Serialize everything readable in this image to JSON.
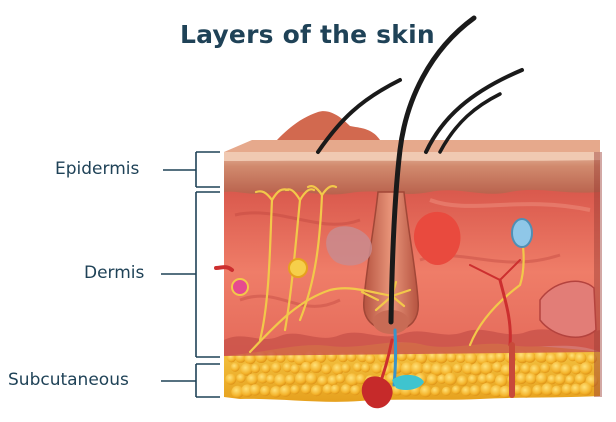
{
  "title": "Layers of the skin",
  "labels": {
    "epidermis": "Epidermis",
    "dermis": "Dermis",
    "subcutaneous": "Subcutaneous"
  },
  "colors": {
    "label_text": "#1f4257",
    "epidermis": "#c97a5e",
    "dermis": "#e06a5a",
    "fat": "#f1b82d",
    "hair": "#1a1a1a"
  }
}
